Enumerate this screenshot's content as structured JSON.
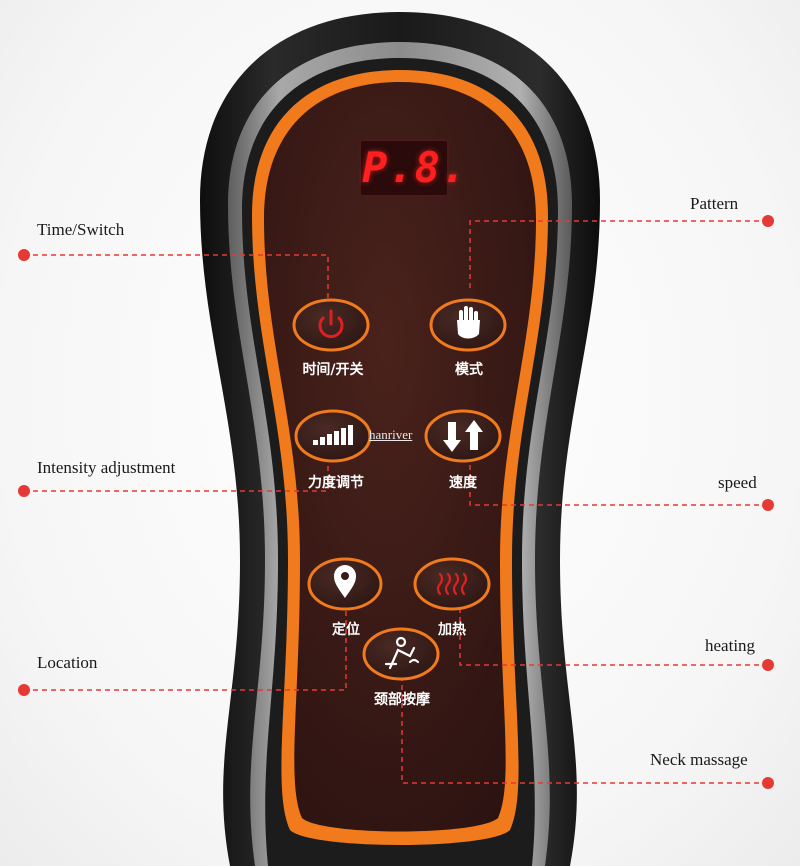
{
  "display": {
    "text": "P.8."
  },
  "watermark": "hanriver",
  "buttons": {
    "time_switch": {
      "label": "时间/开关",
      "icon": "power-icon"
    },
    "pattern": {
      "label": "模式",
      "icon": "hand-icon"
    },
    "intensity": {
      "label": "力度调节",
      "icon": "intensity-bars-icon"
    },
    "speed": {
      "label": "速度",
      "icon": "up-down-arrows-icon"
    },
    "location": {
      "label": "定位",
      "icon": "location-pin-icon"
    },
    "heating": {
      "label": "加热",
      "icon": "heat-waves-icon"
    },
    "neck_massage": {
      "label": "颈部按摩",
      "icon": "neck-massage-icon"
    }
  },
  "callouts": {
    "time_switch": "Time/Switch",
    "pattern": "Pattern",
    "intensity": "Intensity adjustment",
    "speed": "speed",
    "location": "Location",
    "heating": "heating",
    "neck_massage": "Neck massage"
  },
  "colors": {
    "remote_body": "#1e1e1e",
    "silver_trim": "#8a8a8a",
    "orange_ring": "#f07a1c",
    "panel": "#3a1a16",
    "display_red": "#ff1f1f",
    "callout_red": "#e53935"
  }
}
